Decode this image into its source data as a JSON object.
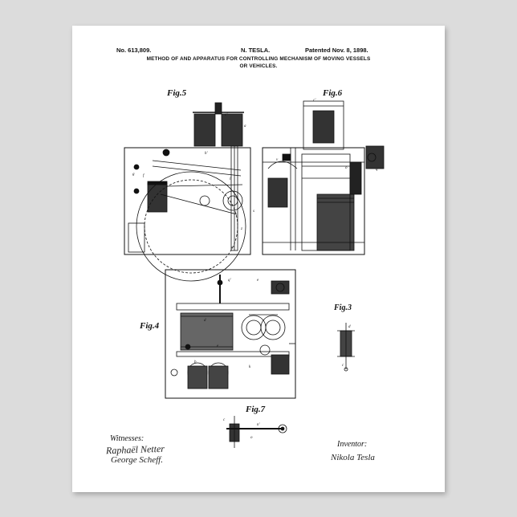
{
  "header": {
    "patent_number": "No. 613,809.",
    "inventor": "N. TESLA.",
    "patent_date": "Patented Nov. 8, 1898.",
    "title_line1": "METHOD OF AND APPARATUS FOR CONTROLLING MECHANISM OF MOVING VESSELS",
    "title_line2": "OR VEHICLES."
  },
  "figures": {
    "fig5": "Fig.5",
    "fig6": "Fig.6",
    "fig4": "Fig.4",
    "fig3": "Fig.3",
    "fig7": "Fig.7"
  },
  "footer": {
    "witnesses_label": "Witnesses:",
    "witness1": "Raphaël Netter",
    "witness2": "George Scheff.",
    "inventor_label": "Inventor:",
    "inventor_signature": "Nikola Tesla"
  },
  "colors": {
    "background": "#dcdcdc",
    "paper": "#ffffff",
    "ink": "#111111"
  }
}
